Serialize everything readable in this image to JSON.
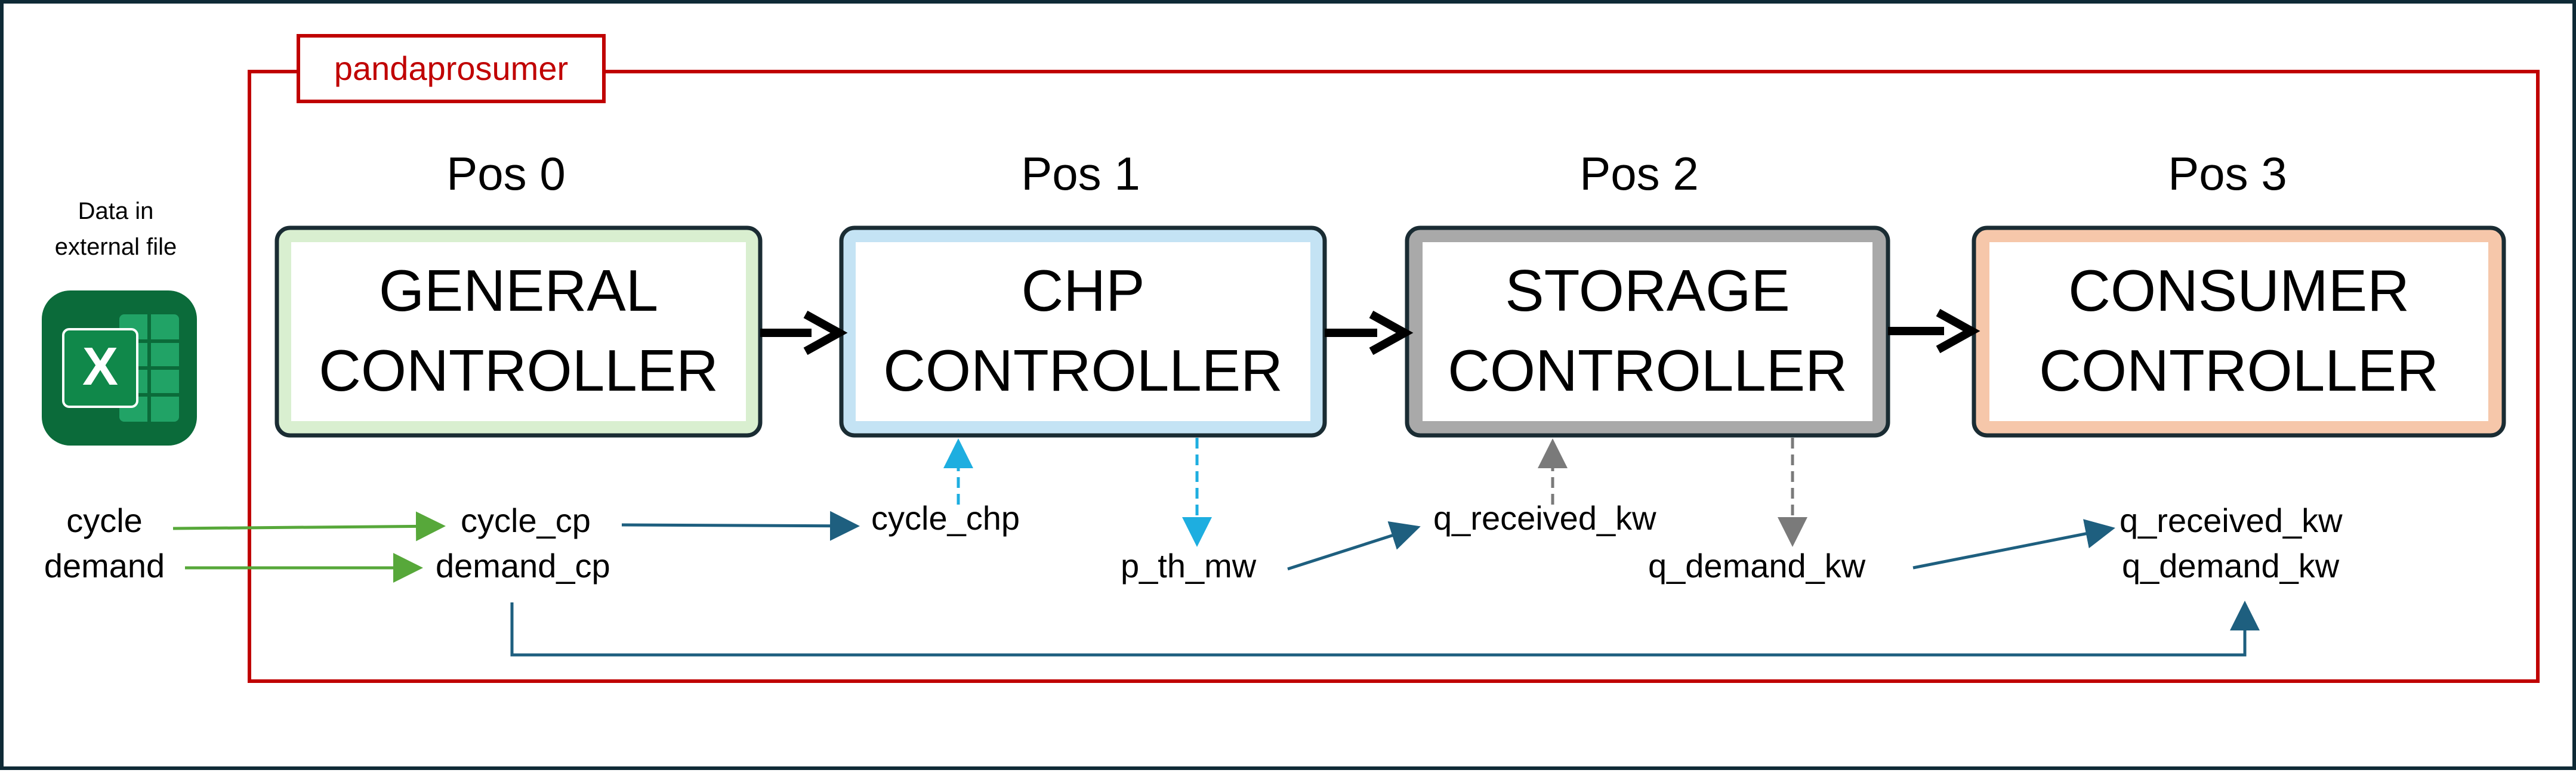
{
  "frame": {
    "label": "pandaprosumer",
    "colors": {
      "outer_border": "#0f2a36",
      "frame_red": "#c00000"
    }
  },
  "external": {
    "caption_line1": "Data in",
    "caption_line2": "external file",
    "icon": "excel-icon",
    "icon_colors": {
      "dark": "#0b6b3a",
      "mid": "#10884a",
      "light": "#21a366",
      "sheet": "#ffffff"
    }
  },
  "controllers": [
    {
      "position": "Pos 0",
      "line1": "GENERAL",
      "line2": "CONTROLLER",
      "color": "#d9efd0"
    },
    {
      "position": "Pos 1",
      "line1": "CHP",
      "line2": "CONTROLLER",
      "color": "#c4e3f4"
    },
    {
      "position": "Pos 2",
      "line1": "STORAGE",
      "line2": "CONTROLLER",
      "color": "#a9a9a9"
    },
    {
      "position": "Pos 3",
      "line1": "CONSUMER",
      "line2": "CONTROLLER",
      "color": "#f6c7aa"
    }
  ],
  "signals": {
    "cycle": "cycle",
    "demand": "demand",
    "cycle_cp": "cycle_cp",
    "demand_cp": "demand_cp",
    "cycle_chp": "cycle_chp",
    "p_th_mw": "p_th_mw",
    "q_received_kw_storage": "q_received_kw",
    "q_demand_kw_storage": "q_demand_kw",
    "q_received_kw_consumer": "q_received_kw",
    "q_demand_kw_consumer": "q_demand_kw"
  },
  "arrow_colors": {
    "input": "#57a83a",
    "flow": "#1e5f7f",
    "chp": "#1eaee0",
    "storage": "#7a7a7a",
    "sequence": "#000000"
  }
}
